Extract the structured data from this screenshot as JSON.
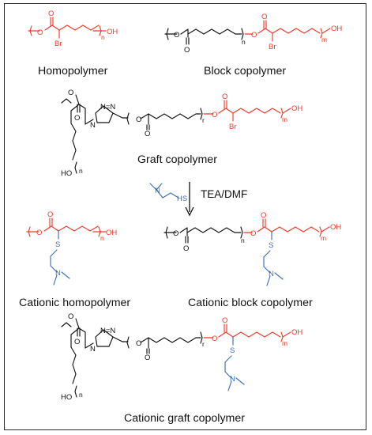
{
  "labels": {
    "homopolymer": "Homopolymer",
    "block_copolymer": "Block copolymer",
    "graft_copolymer": "Graft copolymer",
    "cationic_homopolymer": "Cationic homopolymer",
    "cationic_block_copolymer": "Cationic block copolymer",
    "cationic_graft_copolymer": "Cationic graft copolymer"
  },
  "reaction": {
    "conditions": "TEA/DMF"
  },
  "atoms": {
    "oh": "OH",
    "ho": "HO",
    "br": "Br",
    "o": "O",
    "s": "S",
    "n": "N",
    "hs": "HS",
    "triazole_n": "N",
    "triazole_nn": "N=N"
  },
  "subscripts": {
    "n": "n",
    "m": "m",
    "r": "r"
  },
  "colors": {
    "caprolactone": "#111111",
    "bromo_ester": "#ee3a2a",
    "amine_thiol": "#3a6fb7",
    "frame": "#2a2a2a"
  }
}
